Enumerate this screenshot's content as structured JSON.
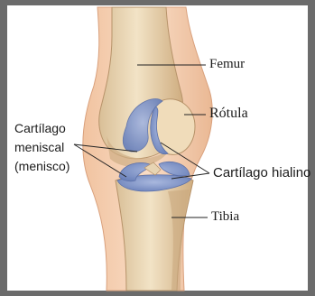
{
  "labels": {
    "femur": "Femur",
    "rotula": "Rótula",
    "cartilago_meniscal_1": "Cartílago",
    "cartilago_meniscal_2": "meniscal",
    "cartilago_meniscal_3": "(menisco)",
    "cartilago_hialino": "Cartílago hialino",
    "tibia": "Tibia"
  },
  "colors": {
    "frame": "#5a5a5a",
    "bone": "#ecd9b8",
    "bone_shadow": "#c9a97f",
    "skin": "#f3c7a6",
    "cartilage": "#7f95c8"
  }
}
